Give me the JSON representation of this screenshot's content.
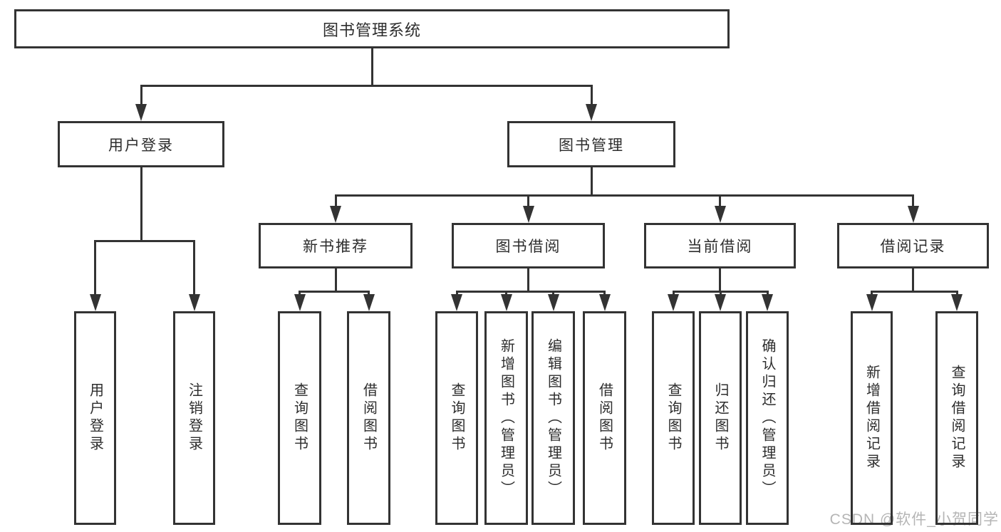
{
  "diagram": {
    "title": "图书管理系统",
    "watermark": "CSDN @软件_小贺同学",
    "colors": {
      "line": "#333333",
      "box_border": "#333333",
      "text": "#2d2d2d",
      "watermark": "#b5b5b5",
      "background": "#ffffff"
    },
    "nodes": {
      "root": {
        "label": "图书管理系统"
      },
      "user_login_group": {
        "label": "用户登录"
      },
      "book_mgmt": {
        "label": "图书管理"
      },
      "new_book_rec": {
        "label": "新书推荐"
      },
      "book_borrow": {
        "label": "图书借阅"
      },
      "current_borrow": {
        "label": "当前借阅"
      },
      "borrow_records": {
        "label": "借阅记录"
      },
      "user_login": {
        "label": "用户登录"
      },
      "logout": {
        "label": "注销登录"
      },
      "query_book_1": {
        "label": "查询图书"
      },
      "borrow_book_1": {
        "label": "借阅图书"
      },
      "query_book_2": {
        "label": "查询图书"
      },
      "add_book": {
        "label": "新增图书（管理员）"
      },
      "edit_book": {
        "label": "编辑图书（管理员）"
      },
      "borrow_book_2": {
        "label": "借阅图书"
      },
      "query_book_3": {
        "label": "查询图书"
      },
      "return_book": {
        "label": "归还图书"
      },
      "confirm_return": {
        "label": "确认归还（管理员）"
      },
      "add_borrow_record": {
        "label": "新增借阅记录"
      },
      "query_borrow_record": {
        "label": "查询借阅记录"
      }
    }
  }
}
